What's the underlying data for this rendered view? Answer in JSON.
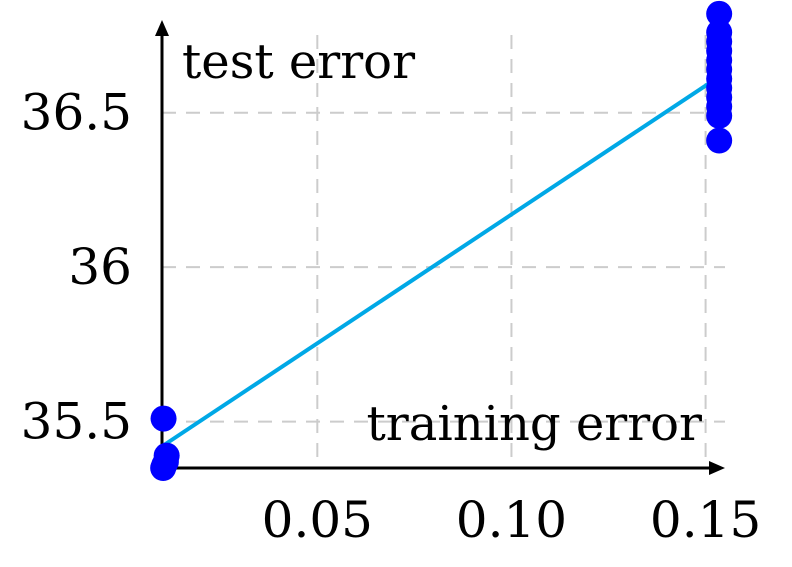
{
  "chart_data": {
    "type": "scatter",
    "xlabel": "training error",
    "ylabel": "test error",
    "xlim": [
      0.01,
      0.155
    ],
    "ylim": [
      35.35,
      36.8
    ],
    "xticks": [
      0.05,
      0.1,
      0.15
    ],
    "xtick_labels": [
      "0.05",
      "0.10",
      "0.15"
    ],
    "yticks": [
      35.5,
      36,
      36.5
    ],
    "ytick_labels": [
      "35.5",
      "36",
      "36.5"
    ],
    "grid": true,
    "points": [
      {
        "x": 0.0104,
        "y": 35.51
      },
      {
        "x": 0.0112,
        "y": 35.39
      },
      {
        "x": 0.011,
        "y": 35.37
      },
      {
        "x": 0.0106,
        "y": 35.36
      },
      {
        "x": 0.0103,
        "y": 35.35
      },
      {
        "x": 0.1535,
        "y": 36.82
      },
      {
        "x": 0.1535,
        "y": 36.76
      },
      {
        "x": 0.1535,
        "y": 36.73
      },
      {
        "x": 0.1535,
        "y": 36.7
      },
      {
        "x": 0.1535,
        "y": 36.67
      },
      {
        "x": 0.1535,
        "y": 36.64
      },
      {
        "x": 0.1535,
        "y": 36.61
      },
      {
        "x": 0.1535,
        "y": 36.58
      },
      {
        "x": 0.1535,
        "y": 36.55
      },
      {
        "x": 0.1535,
        "y": 36.52
      },
      {
        "x": 0.1535,
        "y": 36.49
      },
      {
        "x": 0.1535,
        "y": 36.41
      }
    ],
    "fit_line": {
      "x": [
        0.01,
        0.1515
      ],
      "y": [
        35.42,
        36.6
      ]
    },
    "colors": {
      "points": "#0000ff",
      "fit_line": "#00a8e6",
      "grid": "#cccccc",
      "axis": "#000000"
    }
  }
}
